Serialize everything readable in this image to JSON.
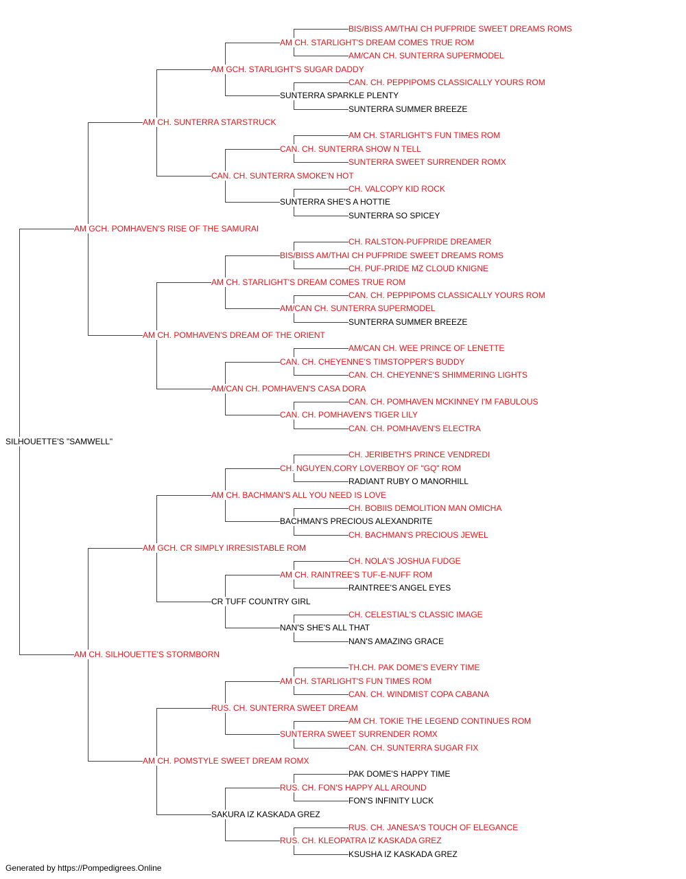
{
  "colors": {
    "titled": "#e8141a",
    "plain": "#000000",
    "line": "#404040"
  },
  "pedigree": {
    "name": "SILHOUETTE'S \"SAMWELL\"",
    "titled": false,
    "sire": {
      "name": "AM GCH. POMHAVEN'S RISE OF THE SAMURAI",
      "titled": true,
      "sire": {
        "name": "AM CH. SUNTERRA STARSTRUCK",
        "titled": true,
        "sire": {
          "name": "AM GCH. STARLIGHT'S SUGAR DADDY",
          "titled": true,
          "sire": {
            "name": "AM CH. STARLIGHT'S DREAM COMES TRUE ROM",
            "titled": true,
            "sire": {
              "name": "BIS/BISS AM/THAI CH PUFPRIDE SWEET DREAMS ROMS",
              "titled": true
            },
            "dam": {
              "name": "AM/CAN CH. SUNTERRA SUPERMODEL",
              "titled": true
            }
          },
          "dam": {
            "name": "SUNTERRA SPARKLE PLENTY",
            "titled": false,
            "sire": {
              "name": "CAN. CH. PEPPIPOMS CLASSICALLY YOURS ROM",
              "titled": true
            },
            "dam": {
              "name": "SUNTERRA SUMMER BREEZE",
              "titled": false
            }
          }
        },
        "dam": {
          "name": "CAN. CH. SUNTERRA SMOKE'N HOT",
          "titled": true,
          "sire": {
            "name": "CAN. CH. SUNTERRA SHOW N TELL",
            "titled": true,
            "sire": {
              "name": "AM CH. STARLIGHT'S FUN TIMES ROM",
              "titled": true
            },
            "dam": {
              "name": "SUNTERRA SWEET SURRENDER ROMX",
              "titled": true
            }
          },
          "dam": {
            "name": "SUNTERRA SHE'S A HOTTIE",
            "titled": false,
            "sire": {
              "name": "CH. VALCOPY KID ROCK",
              "titled": true
            },
            "dam": {
              "name": "SUNTERRA SO SPICEY",
              "titled": false
            }
          }
        }
      },
      "dam": {
        "name": "AM CH. POMHAVEN'S DREAM OF THE ORIENT",
        "titled": true,
        "sire": {
          "name": "AM CH. STARLIGHT'S DREAM COMES TRUE ROM",
          "titled": true,
          "sire": {
            "name": "BIS/BISS AM/THAI CH PUFPRIDE SWEET DREAMS ROMS",
            "titled": true,
            "sire": {
              "name": "CH. RALSTON-PUFPRIDE DREAMER",
              "titled": true
            },
            "dam": {
              "name": "CH. PUF-PRIDE MZ CLOUD KNIGNE",
              "titled": true
            }
          },
          "dam": {
            "name": "AM/CAN CH. SUNTERRA SUPERMODEL",
            "titled": true,
            "sire": {
              "name": "CAN. CH. PEPPIPOMS CLASSICALLY YOURS ROM",
              "titled": true
            },
            "dam": {
              "name": "SUNTERRA SUMMER BREEZE",
              "titled": false
            }
          }
        },
        "dam": {
          "name": "AM/CAN CH. POMHAVEN'S CASA DORA",
          "titled": true,
          "sire": {
            "name": "CAN. CH. CHEYENNE'S TIMSTOPPER'S BUDDY",
            "titled": true,
            "sire": {
              "name": "AM/CAN CH. WEE PRINCE OF LENETTE",
              "titled": true
            },
            "dam": {
              "name": "CAN. CH. CHEYENNE'S SHIMMERING LIGHTS",
              "titled": true
            }
          },
          "dam": {
            "name": "CAN. CH. POMHAVEN'S TIGER LILY",
            "titled": true,
            "sire": {
              "name": "CAN. CH. POMHAVEN MCKINNEY I'M FABULOUS",
              "titled": true
            },
            "dam": {
              "name": "CAN. CH. POMHAVEN'S ELECTRA",
              "titled": true
            }
          }
        }
      }
    },
    "dam": {
      "name": "AM CH. SILHOUETTE'S STORMBORN",
      "titled": true,
      "sire": {
        "name": "AM GCH. CR SIMPLY IRRESISTABLE ROM",
        "titled": true,
        "sire": {
          "name": "AM CH. BACHMAN'S ALL YOU NEED IS LOVE",
          "titled": true,
          "sire": {
            "name": "CH. NGUYEN,CORY LOVERBOY OF \"GQ\" ROM",
            "titled": true,
            "sire": {
              "name": "CH. JERIBETH'S PRINCE VENDREDI",
              "titled": true
            },
            "dam": {
              "name": "RADIANT RUBY O MANORHILL",
              "titled": false
            }
          },
          "dam": {
            "name": "BACHMAN'S PRECIOUS ALEXANDRITE",
            "titled": false,
            "sire": {
              "name": "CH. BOBIIS DEMOLITION MAN OMICHA",
              "titled": true
            },
            "dam": {
              "name": "CH. BACHMAN'S PRECIOUS JEWEL",
              "titled": true
            }
          }
        },
        "dam": {
          "name": "CR TUFF COUNTRY GIRL",
          "titled": false,
          "sire": {
            "name": "AM CH. RAINTREE'S TUF-E-NUFF ROM",
            "titled": true,
            "sire": {
              "name": "CH. NOLA'S JOSHUA FUDGE",
              "titled": true
            },
            "dam": {
              "name": "RAINTREE'S ANGEL EYES",
              "titled": false
            }
          },
          "dam": {
            "name": "NAN'S SHE'S ALL THAT",
            "titled": false,
            "sire": {
              "name": "CH. CELESTIAL'S CLASSIC IMAGE",
              "titled": true
            },
            "dam": {
              "name": "NAN'S AMAZING GRACE",
              "titled": false
            }
          }
        }
      },
      "dam": {
        "name": "AM CH. POMSTYLE SWEET DREAM ROMX",
        "titled": true,
        "sire": {
          "name": "RUS. CH. SUNTERRA SWEET DREAM",
          "titled": true,
          "sire": {
            "name": "AM CH. STARLIGHT'S FUN TIMES ROM",
            "titled": true,
            "sire": {
              "name": "TH.CH. PAK DOME'S EVERY TIME",
              "titled": true
            },
            "dam": {
              "name": "CAN. CH. WINDMIST COPA CABANA",
              "titled": true
            }
          },
          "dam": {
            "name": "SUNTERRA SWEET SURRENDER ROMX",
            "titled": true,
            "sire": {
              "name": "AM CH. TOKIE THE LEGEND CONTINUES ROM",
              "titled": true
            },
            "dam": {
              "name": "CAN. CH. SUNTERRA SUGAR FIX",
              "titled": true
            }
          }
        },
        "dam": {
          "name": "SAKURA IZ KASKADA GREZ",
          "titled": false,
          "sire": {
            "name": "RUS. CH. FON'S HAPPY ALL AROUND",
            "titled": true,
            "sire": {
              "name": "PAK DOME'S HAPPY TIME",
              "titled": false
            },
            "dam": {
              "name": "FON'S INFINITY LUCK",
              "titled": false
            }
          },
          "dam": {
            "name": "RUS. CH. KLEOPATRA IZ KASKADA GREZ",
            "titled": true,
            "sire": {
              "name": "RUS. CH. JANESA'S TOUCH OF ELEGANCE",
              "titled": true
            },
            "dam": {
              "name": "KSUSHA IZ KASKADA GREZ",
              "titled": false
            }
          }
        }
      }
    }
  },
  "footer": "Generated by https://Pompedigrees.Online"
}
